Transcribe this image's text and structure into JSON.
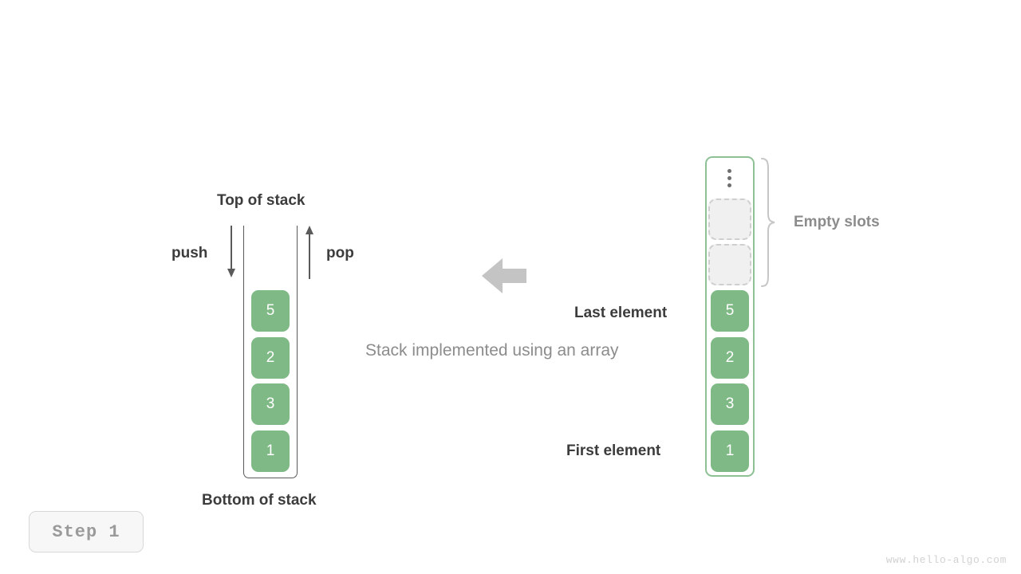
{
  "caption": "Stack implemented using an array",
  "watermark": "www.hello-algo.com",
  "step_badge": "Step 1",
  "colors": {
    "element_fill": "#7fb986",
    "element_text": "#ffffff",
    "array_border": "#8dc194",
    "stack_border": "#5a5a5a",
    "empty_slot_fill": "#f0f0f0",
    "empty_slot_border": "#cfcfcf",
    "label_dark": "#3c3c3c",
    "label_gray": "#8c8c8c",
    "arrow_fill": "#c4c4c4",
    "watermark": "#d2d2d2"
  },
  "stack_diagram": {
    "top_label": "Top of stack",
    "bottom_label": "Bottom of stack",
    "push_label": "push",
    "pop_label": "pop",
    "elements": [
      "5",
      "2",
      "3",
      "1"
    ]
  },
  "array_diagram": {
    "empty_slots_label": "Empty slots",
    "last_element_label": "Last element",
    "first_element_label": "First element",
    "ellipsis_icon": "vertical-ellipsis",
    "empty_slot_count": 2,
    "elements": [
      "5",
      "2",
      "3",
      "1"
    ]
  }
}
